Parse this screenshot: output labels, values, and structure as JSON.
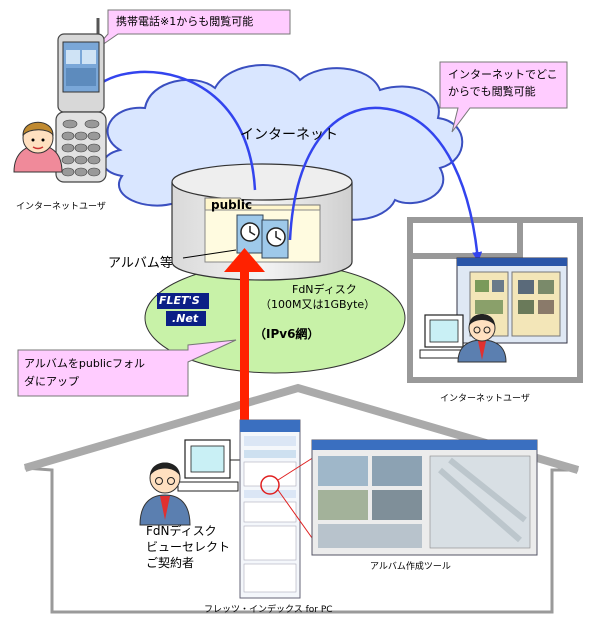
{
  "callouts": {
    "mobile": "携帯電話※1からも閲覧可能",
    "anywhere_line1": "インターネットでどこ",
    "anywhere_line2": "からでも閲覧可能",
    "upload_line1": "アルバムをpublicフォル",
    "upload_line2": "ダにアップ"
  },
  "labels": {
    "internet": "インターネット",
    "user_left": "インターネットユーザ",
    "user_right": "インターネットユーザ",
    "public_folder": "public",
    "album_etc": "アルバム等",
    "fdn_disk_line1": "FdNディスク",
    "fdn_disk_line2": "（100M又は1GByte）",
    "flets_logo_top": "FLET'S",
    "flets_logo_bottom": ".Net",
    "ipv6": "（IPv6網）",
    "subscriber_line1": "FdNディスク",
    "subscriber_line2": "ビューセレクト",
    "subscriber_line3": "ご契約者",
    "album_tool": "アルバム作成ツール",
    "flets_index": "フレッツ・インデックス for PC"
  },
  "colors": {
    "callout_fill": "#ffccff",
    "cloud_fill": "#d9e6ff",
    "cloud_stroke": "#3a4fc0",
    "ellipse_fill": "#c8f2a8",
    "arrow_red": "#ff2200",
    "arrow_blue": "#3344ee",
    "logo_blue": "#0b1f86"
  }
}
